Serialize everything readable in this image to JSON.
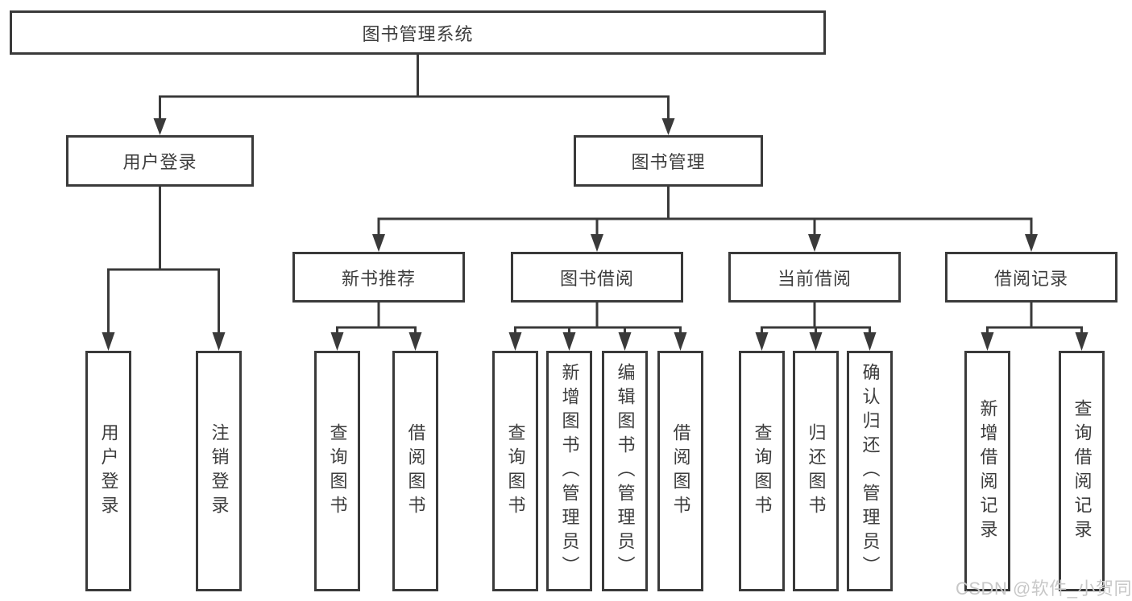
{
  "diagram": {
    "root": "图书管理系统",
    "level2": {
      "user_login": "用户登录",
      "book_mgmt": "图书管理"
    },
    "level3": {
      "new_books": "新书推荐",
      "book_borrow": "图书借阅",
      "current_borrow": "当前借阅",
      "borrow_records": "借阅记录"
    },
    "leaves": {
      "user_login": [
        "用户登录",
        "注销登录"
      ],
      "new_books": [
        "查询图书",
        "借阅图书"
      ],
      "book_borrow": [
        "查询图书",
        "新增图书（管理员）",
        "编辑图书（管理员）",
        "借阅图书"
      ],
      "current_borrow": [
        "查询图书",
        "归还图书",
        "确认归还（管理员）"
      ],
      "borrow_records": [
        "新增借阅记录",
        "查询借阅记录"
      ]
    }
  },
  "watermark": "CSDN @软件_小贺同学",
  "colors": {
    "line": "#3a3a3a",
    "text": "#3d3d3d",
    "watermark": "#c8c8c8",
    "background": "#ffffff"
  }
}
